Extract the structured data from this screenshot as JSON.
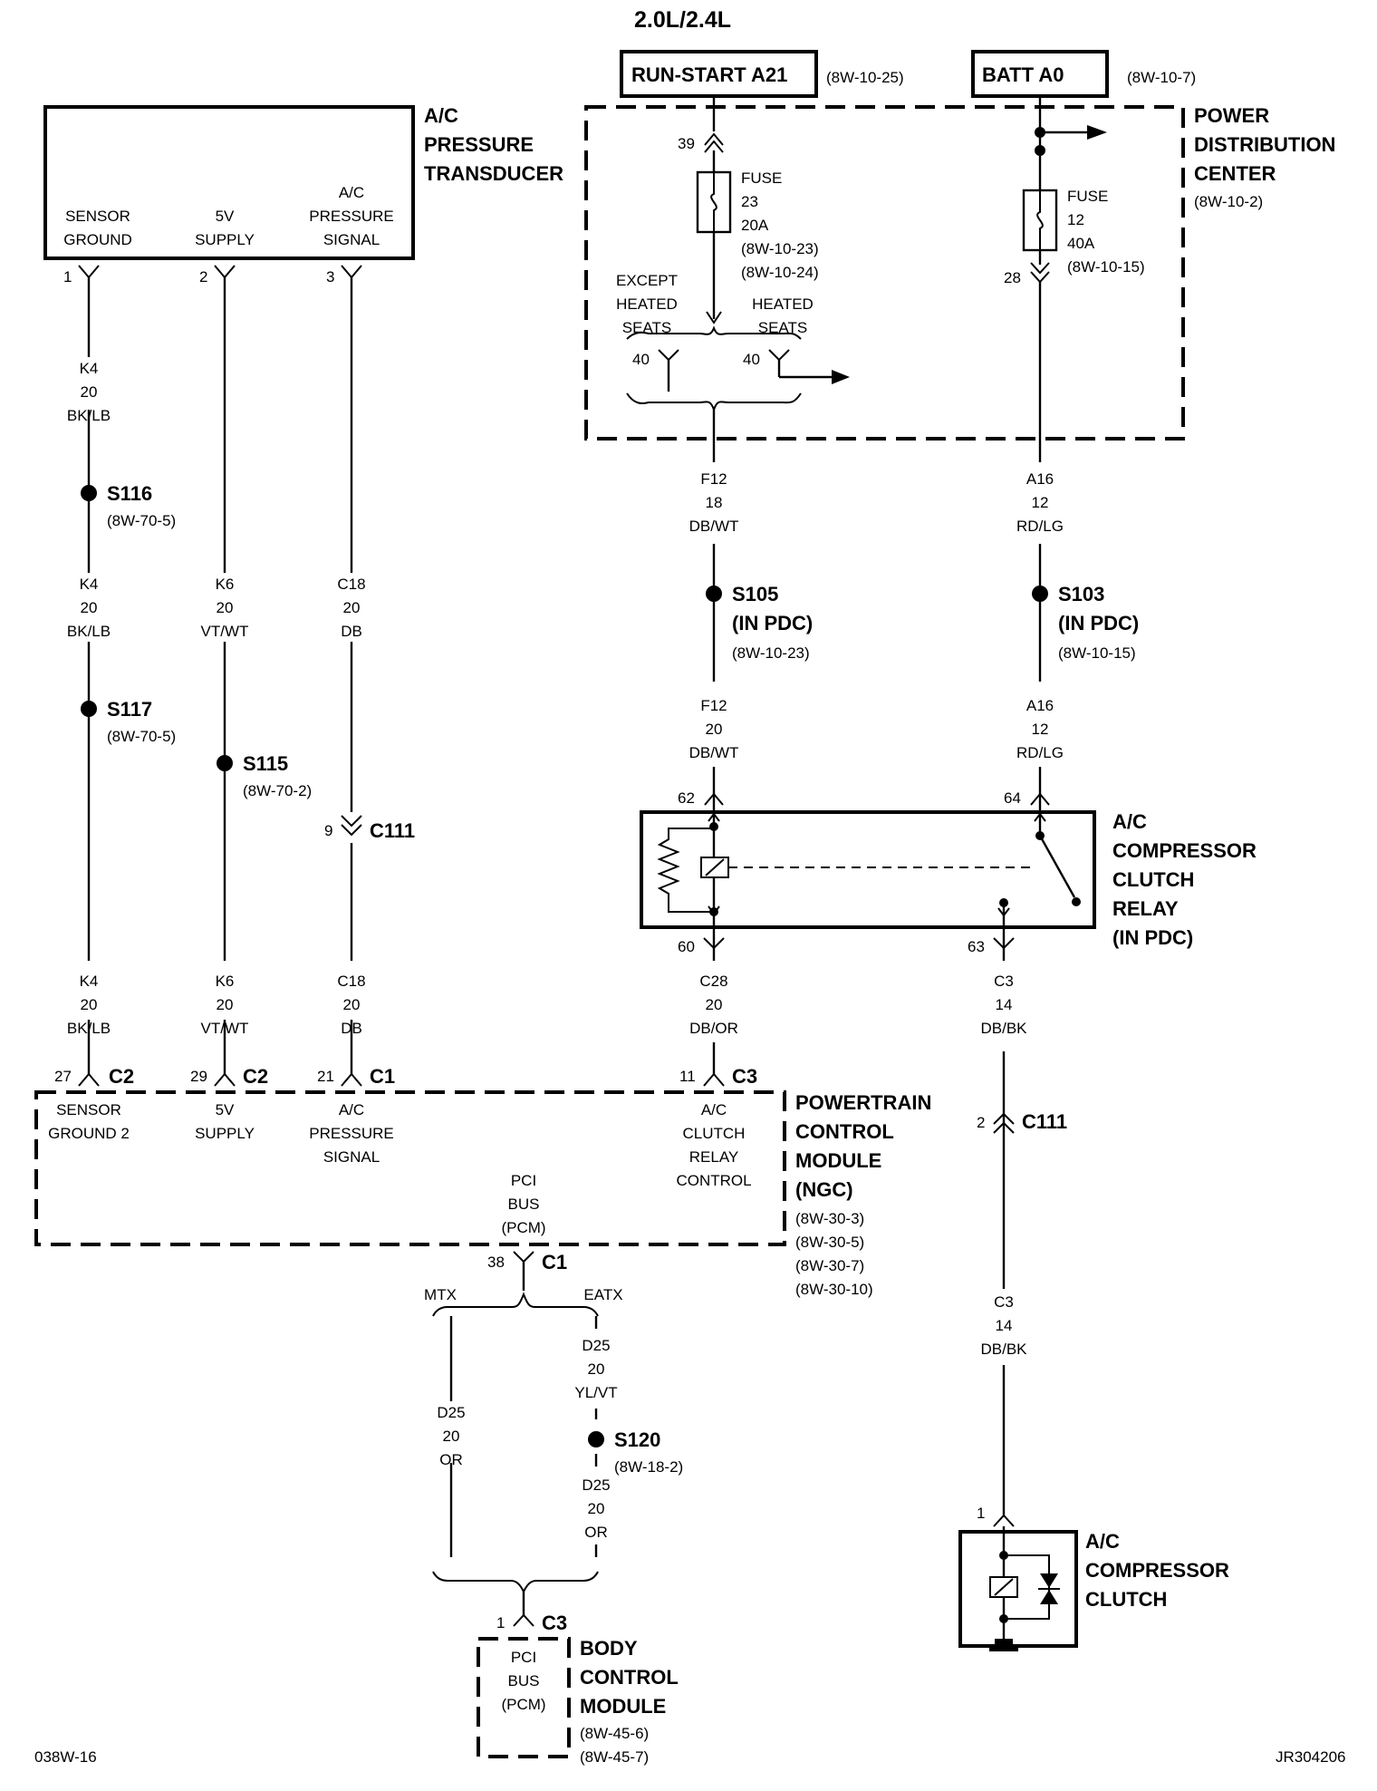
{
  "header": "2.0L/2.4L",
  "footer_left": "038W-16",
  "footer_right": "JR304206",
  "boxes": {
    "run_start": "RUN-START A21",
    "run_start_ref": "(8W-10-25)",
    "batt": "BATT A0",
    "batt_ref": "(8W-10-7)"
  },
  "transducer": {
    "title": [
      "A/C",
      "PRESSURE",
      "TRANSDUCER"
    ],
    "pins": [
      {
        "label": [
          "SENSOR",
          "GROUND"
        ],
        "pin": "1"
      },
      {
        "label": [
          "5V",
          "SUPPLY"
        ],
        "pin": "2"
      },
      {
        "label": [
          "A/C",
          "PRESSURE",
          "SIGNAL"
        ],
        "pin": "3"
      }
    ]
  },
  "pdc": {
    "title": [
      "POWER",
      "DISTRIBUTION",
      "CENTER"
    ],
    "ref": "(8W-10-2)",
    "fuse23": {
      "pin_in": "39",
      "label": [
        "FUSE",
        "23",
        "20A",
        "(8W-10-23)",
        "(8W-10-24)"
      ]
    },
    "fuse12": {
      "pin_out": "28",
      "label": [
        "FUSE",
        "12",
        "40A",
        "(8W-10-15)"
      ]
    },
    "except_heated": [
      "EXCEPT",
      "HEATED",
      "SEATS"
    ],
    "heated": [
      "HEATED",
      "SEATS"
    ],
    "pin40a": "40",
    "pin40b": "40"
  },
  "wires": {
    "k4_a": [
      "K4",
      "20",
      "BK/LB"
    ],
    "k4_b": [
      "K4",
      "20",
      "BK/LB"
    ],
    "k4_c": [
      "K4",
      "20",
      "BK/LB"
    ],
    "k6_a": [
      "K6",
      "20",
      "VT/WT"
    ],
    "k6_b": [
      "K6",
      "20",
      "VT/WT"
    ],
    "c18_a": [
      "C18",
      "20",
      "DB"
    ],
    "c18_b": [
      "C18",
      "20",
      "DB"
    ],
    "f12_a": [
      "F12",
      "18",
      "DB/WT"
    ],
    "f12_b": [
      "F12",
      "20",
      "DB/WT"
    ],
    "a16_a": [
      "A16",
      "12",
      "RD/LG"
    ],
    "a16_b": [
      "A16",
      "12",
      "RD/LG"
    ],
    "c28": [
      "C28",
      "20",
      "DB/OR"
    ],
    "c3_a": [
      "C3",
      "14",
      "DB/BK"
    ],
    "c3_b": [
      "C3",
      "14",
      "DB/BK"
    ],
    "d25_or_a": [
      "D25",
      "20",
      "OR"
    ],
    "d25_yl": [
      "D25",
      "20",
      "YL/VT"
    ],
    "d25_or_b": [
      "D25",
      "20",
      "OR"
    ]
  },
  "splices": {
    "s116": {
      "name": "S116",
      "ref": "(8W-70-5)"
    },
    "s117": {
      "name": "S117",
      "ref": "(8W-70-5)"
    },
    "s115": {
      "name": "S115",
      "ref": "(8W-70-2)"
    },
    "s105": {
      "name": "S105",
      "sub": "(IN PDC)",
      "ref": "(8W-10-23)"
    },
    "s103": {
      "name": "S103",
      "sub": "(IN PDC)",
      "ref": "(8W-10-15)"
    },
    "s120": {
      "name": "S120",
      "ref": "(8W-18-2)"
    }
  },
  "connectors": {
    "c111_a": {
      "pin": "9",
      "name": "C111"
    },
    "c111_b": {
      "pin": "2",
      "name": "C111"
    }
  },
  "relay": {
    "title": [
      "A/C",
      "COMPRESSOR",
      "CLUTCH",
      "RELAY",
      "(IN PDC)"
    ],
    "pins": {
      "p62": "62",
      "p64": "64",
      "p60": "60",
      "p63": "63"
    }
  },
  "pcm": {
    "title": [
      "POWERTRAIN",
      "CONTROL",
      "MODULE",
      "(NGC)"
    ],
    "refs": [
      "(8W-30-3)",
      "(8W-30-5)",
      "(8W-30-7)",
      "(8W-30-10)"
    ],
    "pins": [
      {
        "pin": "27",
        "conn": "C2",
        "label": [
          "SENSOR",
          "GROUND 2"
        ]
      },
      {
        "pin": "29",
        "conn": "C2",
        "label": [
          "5V",
          "SUPPLY"
        ]
      },
      {
        "pin": "21",
        "conn": "C1",
        "label": [
          "A/C",
          "PRESSURE",
          "SIGNAL"
        ]
      },
      {
        "pin": "11",
        "conn": "C3",
        "label": [
          "A/C",
          "CLUTCH",
          "RELAY",
          "CONTROL"
        ]
      }
    ],
    "pci": {
      "label": [
        "PCI",
        "BUS",
        "(PCM)"
      ],
      "pin": "38",
      "conn": "C1"
    },
    "mtx": "MTX",
    "eatx": "EATX"
  },
  "bcm": {
    "title": [
      "BODY",
      "CONTROL",
      "MODULE"
    ],
    "refs": [
      "(8W-45-6)",
      "(8W-45-7)"
    ],
    "pin": "1",
    "conn": "C3",
    "inner": [
      "PCI",
      "BUS",
      "(PCM)"
    ]
  },
  "clutch": {
    "title": [
      "A/C",
      "COMPRESSOR",
      "CLUTCH"
    ],
    "pin": "1"
  }
}
